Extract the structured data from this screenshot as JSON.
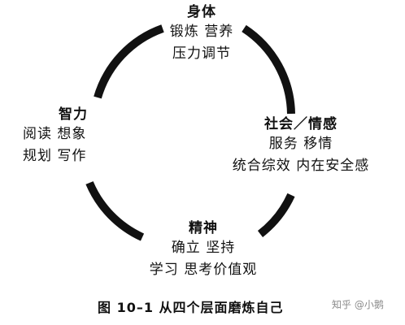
{
  "diagram": {
    "nodes": {
      "top": {
        "title": "身体",
        "lines": [
          "锻炼  营养",
          "压力调节"
        ]
      },
      "left": {
        "title": "智力",
        "lines": [
          "阅读  想象",
          "规划  写作"
        ]
      },
      "right": {
        "title": "社会／情感",
        "lines": [
          "服务  移情",
          "统合综效  内在安全感"
        ]
      },
      "bottom": {
        "title": "精神",
        "lines": [
          "确立  坚持",
          "学习  思考价值观"
        ]
      }
    },
    "caption": "图 10–1   从四个层面磨炼自己",
    "watermark": "知乎 @小鹅",
    "ring_color": "#111111"
  }
}
